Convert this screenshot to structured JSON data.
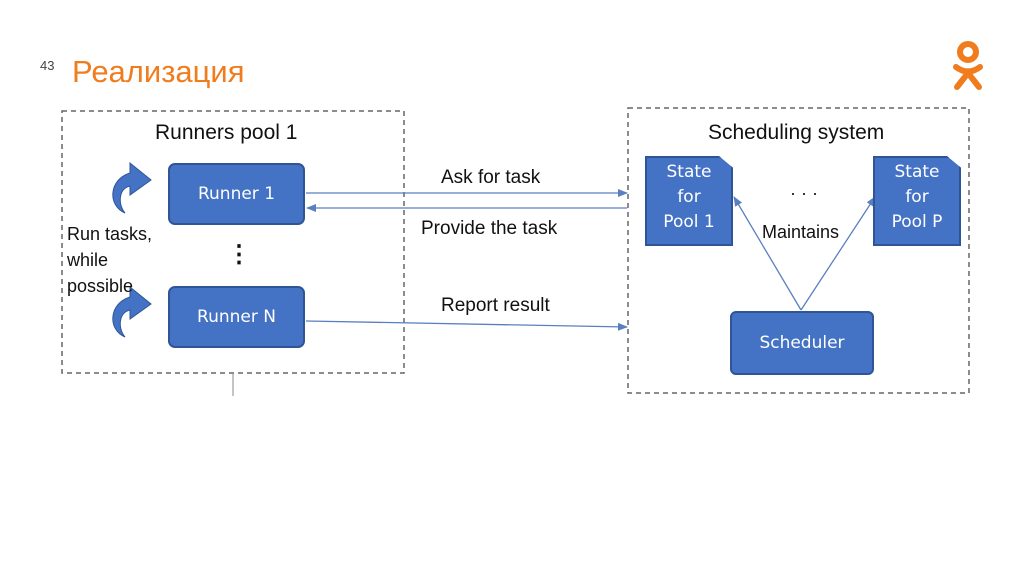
{
  "slide": {
    "number": "43",
    "title": "Реализация"
  },
  "logo": {
    "icon": "odnoklassniki-logo-icon",
    "color": "#f07c1d"
  },
  "colors": {
    "box_fill": "#4472c4",
    "box_border": "#2f5597",
    "connector": "#5a7fc0",
    "frame": "#666666",
    "title": "#f07c1d"
  },
  "diagram": {
    "runners_pool": {
      "title": "Runners pool 1",
      "runner_1": "Runner 1",
      "ellipsis": "⋮",
      "runner_n": "Runner N",
      "loop_label": "Run tasks,\nwhile\npossible"
    },
    "scheduling_system": {
      "title": "Scheduling system",
      "state_pool_1": "State\nfor\nPool 1",
      "ellipsis": "· · ·",
      "state_pool_p": "State\nfor\nPool P",
      "maintains": "Maintains",
      "scheduler": "Scheduler"
    },
    "messages": {
      "ask": "Ask for task",
      "provide": "Provide the task",
      "report": "Report result"
    }
  }
}
